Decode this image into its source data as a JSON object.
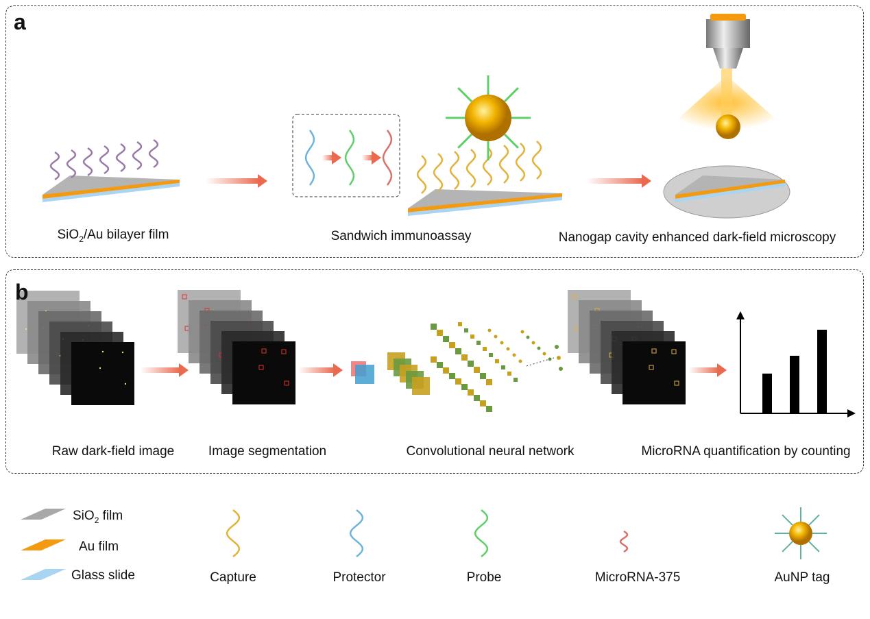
{
  "panel_a": {
    "label": "a",
    "steps": [
      {
        "pre": "SiO",
        "sub": "2",
        "post": "/Au bilayer film"
      },
      {
        "text": "Sandwich immunoassay"
      },
      {
        "text": "Nanogap cavity enhanced dark-field microscopy"
      }
    ]
  },
  "panel_b": {
    "label": "b",
    "steps": [
      "Raw dark-field image",
      "Image segmentation",
      "Convolutional neural network",
      "MicroRNA quantification by counting"
    ]
  },
  "legend": {
    "films": [
      {
        "pre": "SiO",
        "sub": "2",
        "post": " film",
        "color": "#a8a8a8"
      },
      {
        "pre": "Au film",
        "sub": "",
        "post": "",
        "color": "#f39a10"
      },
      {
        "pre": "Glass slide",
        "sub": "",
        "post": "",
        "color": "#a9d4f2"
      }
    ],
    "strands": [
      {
        "label": "Capture",
        "color": "#e2b23a"
      },
      {
        "label": "Protector",
        "color": "#6fb2dc"
      },
      {
        "label": "Probe",
        "color": "#5fcf6a"
      },
      {
        "label": "MicroRNA-375",
        "color": "#d9706a"
      },
      {
        "label": "AuNP tag",
        "color": "#f2b400"
      }
    ]
  },
  "colors": {
    "arrow": "#ea6a4f",
    "gold": "#f2b400",
    "dark_image": "#0a0a0a"
  }
}
